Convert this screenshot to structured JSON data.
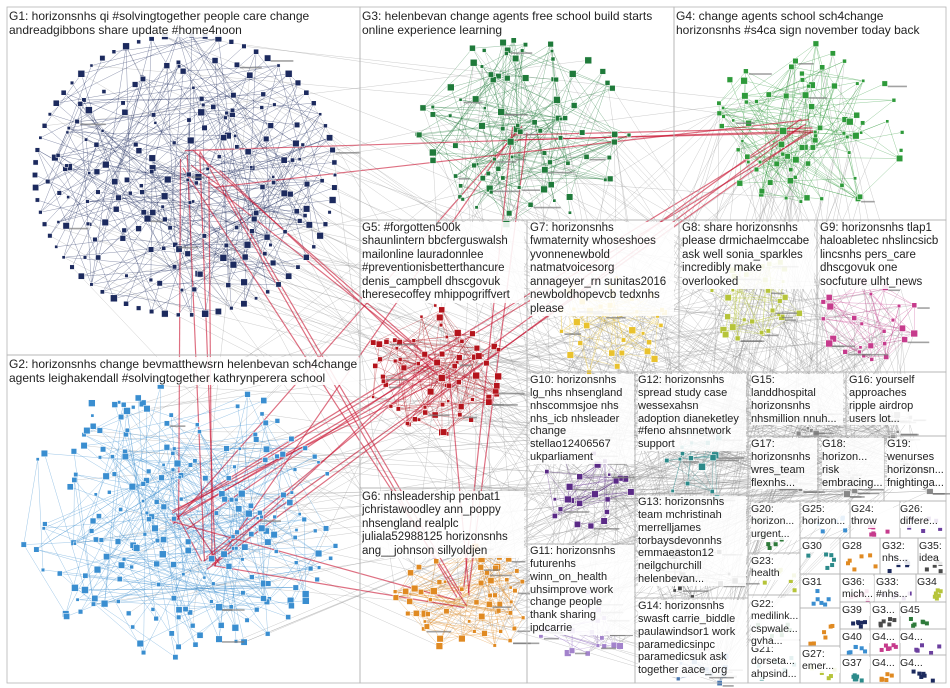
{
  "palette": {
    "background": "#ffffff",
    "group_border": "#b5b5b5",
    "edge_gray": "#8a8a8a",
    "edge_red": "#c8102e",
    "G1": "#1c2a5e",
    "G2": "#3a8ed0",
    "G3": "#1f7a3a",
    "G4": "#2e9a3a",
    "G5": "#b4141c",
    "G6": "#e08a22",
    "G7": "#e9c22e",
    "G8": "#b6c43a",
    "G9": "#c63b8c",
    "G10": "#5a2a86",
    "G11": "#a383cc",
    "G12": "#2c8a8a",
    "G13": "#4a4a4a",
    "G14": "#4a78b0"
  },
  "groups": [
    {
      "id": "G1",
      "label": "G1: horizonsnhs qi #solvingtogether people care change\nandreadgibbons share update #home4noon"
    },
    {
      "id": "G2",
      "label": "G2: horizonsnhs change bevmatthewsrn helenbevan sch4change\nagents leighakendall #solvingtogether kathrynperera school"
    },
    {
      "id": "G3",
      "label": "G3: helenbevan change agents free school build starts\nonline experience learning"
    },
    {
      "id": "G4",
      "label": "G4: change agents school sch4change\nhorizonsnhs #s4ca sign november today back"
    },
    {
      "id": "G5",
      "label": "G5: #forgotten500k\nshaunlintern bbcferguswalsh\nmailonline lauradonnlee\n#preventionisbetterthancure\ndenis_campbell dhscgovuk\ntheresecoffey mhippogriffvert"
    },
    {
      "id": "G6",
      "label": "G6: nhsleadership penbat1\njchristawoodley ann_poppy\nnhsengland realplc\njuliala52988125 horizonsnhs\nang__johnson sillyoldjen"
    },
    {
      "id": "G7",
      "label": "G7: horizonsnhs\nfwmaternity whoseshoes\nyvonnenewbold\nnatmatvoicesorg\nannageyer_rn sunitas2016\nnewboldhopevcb tedxnhs\nplease"
    },
    {
      "id": "G8",
      "label": "G8: share horizonsnhs\nplease drmichaelmccabe\nask well sonia_sparkles\nincredibly make\noverlooked"
    },
    {
      "id": "G9",
      "label": "G9: horizonsnhs tlap1\nhaloabletec nhslincsicb\nlincsnhs pers_care\ndhscgovuk one\nsocfuture ulht_news"
    },
    {
      "id": "G10",
      "label": "G10: horizonsnhs\nlg_nhs nhsengland\nnhscommsjoe nhs\nnhs_icb nhsleader\nchange\nstellao12406567\nukparliament"
    },
    {
      "id": "G11",
      "label": "G11: horizonsnhs\nfuturenhs\nwinn_on_health\nuhsimprove work\nchange people\nthank sharing\nipdcarrie"
    },
    {
      "id": "G12",
      "label": "G12: horizonsnhs\nspread study case\nwessexahsn\nadoption dianeketley\n#feno ahsnnetwork\nsupport"
    },
    {
      "id": "G13",
      "label": "G13: horizonsnhs\nteam mchristinah\nmerrelljames\ntorbaysdevonnhs\nemmaeaston12\nneilgchurchill\nhelenbevan..."
    },
    {
      "id": "G14",
      "label": "G14: horizonsnhs\nswasft carrie_biddle\npaulawindsor1 work\nparamedicsinpc\nparamedicsuk ask\ntogether aace_org"
    },
    {
      "id": "G15",
      "label": "G15:\nlanddhospital\nhorizonsnhs\nnhsmillion nnuh..."
    },
    {
      "id": "G16",
      "label": "G16: yourself\napproaches\nripple airdrop\nusers lot..."
    },
    {
      "id": "G17",
      "label": "G17:\nhorizonsnhs\nwres_team\nflexnhs..."
    },
    {
      "id": "G18",
      "label": "G18:\nhorizon...\nrisk\nembracing..."
    },
    {
      "id": "G19",
      "label": "G19:\nwenurses\nhorizonsn...\nfnightinga..."
    },
    {
      "id": "G20",
      "label": "G20:\nhorizon...\nurgent..."
    },
    {
      "id": "G21",
      "label": "G21:\ndorseta...\nahpsind..."
    },
    {
      "id": "G22",
      "label": "G22:\nmedilink...\ncspwale...\ngvha..."
    },
    {
      "id": "G23",
      "label": "G23:\nhealth"
    },
    {
      "id": "G24",
      "label": "G24:\nthrow"
    },
    {
      "id": "G25",
      "label": "G25:\nhorizon..."
    },
    {
      "id": "G26",
      "label": "G26:\ndiffere..."
    },
    {
      "id": "G27",
      "label": "G27:\nemer..."
    },
    {
      "id": "G28",
      "label": "G28"
    },
    {
      "id": "G30",
      "label": "G30"
    },
    {
      "id": "G31",
      "label": "G31"
    },
    {
      "id": "G32",
      "label": "G32:\nnhs..."
    },
    {
      "id": "G33",
      "label": "G33:\n#nhs..."
    },
    {
      "id": "G34",
      "label": "G34"
    },
    {
      "id": "G35",
      "label": "G35:\nidea"
    },
    {
      "id": "G36",
      "label": "G36:\nmich..."
    },
    {
      "id": "G37",
      "label": "G37"
    },
    {
      "id": "G39",
      "label": "G39"
    },
    {
      "id": "G40",
      "label": "G40"
    },
    {
      "id": "G3x1",
      "label": "G3..."
    },
    {
      "id": "G4x1",
      "label": "G4..."
    },
    {
      "id": "G4x2",
      "label": "G4..."
    },
    {
      "id": "G4x3",
      "label": "G4..."
    },
    {
      "id": "G45",
      "label": "G45"
    },
    {
      "id": "G4x4",
      "label": "G4..."
    }
  ]
}
